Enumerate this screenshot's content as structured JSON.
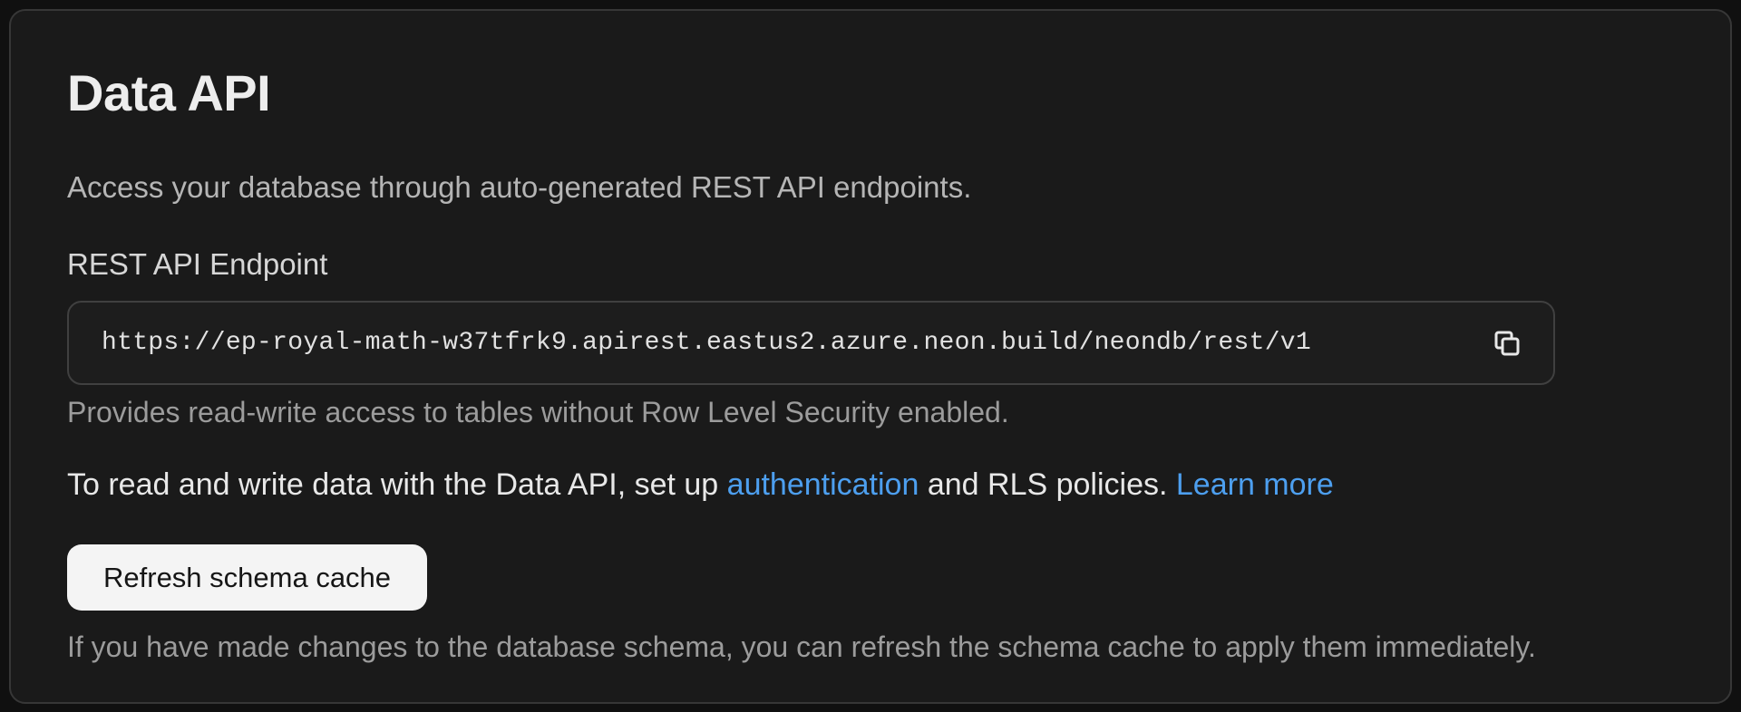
{
  "panel": {
    "title": "Data API",
    "description": "Access your database through auto-generated REST API endpoints.",
    "endpoint": {
      "label": "REST API Endpoint",
      "url": "https://ep-royal-math-w37tfrk9.apirest.eastus2.azure.neon.build/neondb/rest/v1",
      "helper": "Provides read-write access to tables without Row Level Security enabled."
    },
    "rls_note": {
      "text_before": "To read and write data with the Data API, set up ",
      "link_auth": "authentication",
      "text_middle": " and RLS policies. ",
      "link_learn_more": "Learn more"
    },
    "refresh": {
      "button_label": "Refresh schema cache",
      "helper": "If you have made changes to the database schema, you can refresh the schema cache to apply them immediately."
    }
  },
  "icons": {
    "copy": "copy-icon"
  },
  "colors": {
    "page_bg": "#101010",
    "panel_bg": "#1a1a1a",
    "panel_border": "#373737",
    "input_bg": "#1d1d1d",
    "input_border": "#404040",
    "heading_text": "#ededed",
    "body_text": "#e8e8e8",
    "muted_text": "#9c9c9c",
    "subtitle_text": "#b5b5b5",
    "link": "#4d9fef",
    "button_bg": "#f4f4f4",
    "button_text": "#161616"
  }
}
